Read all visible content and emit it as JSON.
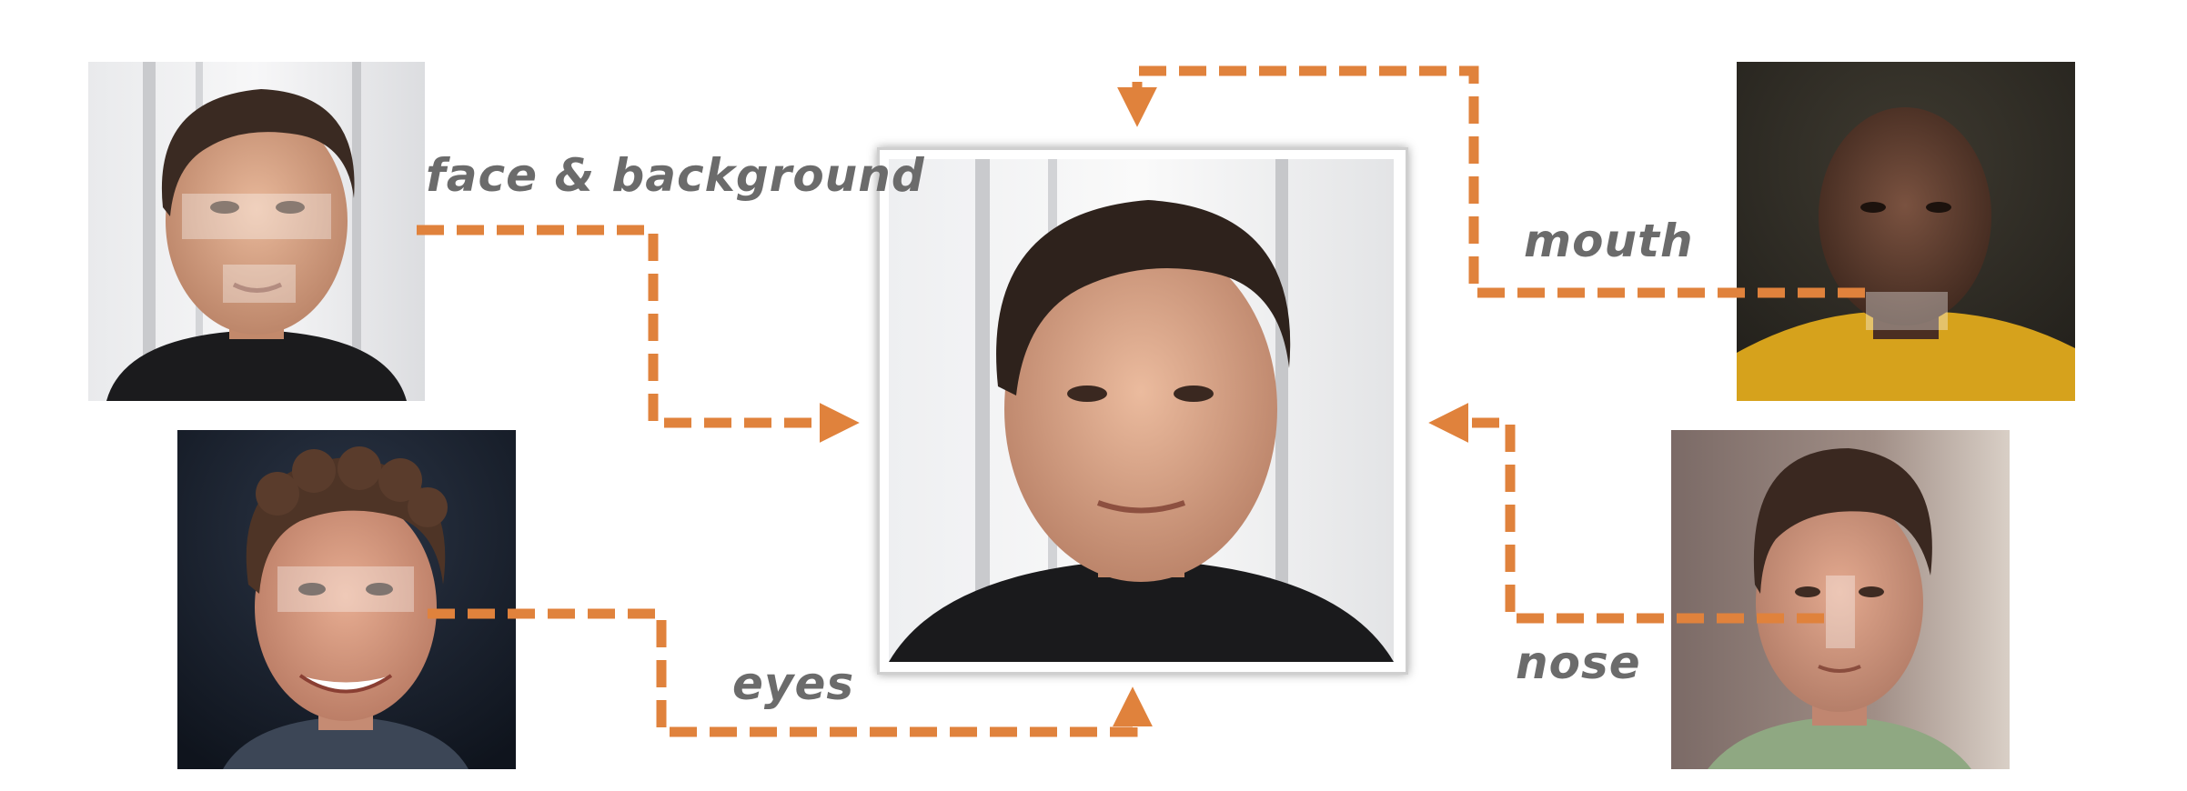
{
  "labels": {
    "face_background": "face & background",
    "eyes": "eyes",
    "mouth": "mouth",
    "nose": "nose"
  },
  "photos": {
    "face_background_source": "source-face-elon",
    "eyes_source": "source-eyes-zuckerberg",
    "mouth_source": "source-mouth-kobe",
    "nose_source": "source-nose-altman",
    "composite_result": "composite-result-face"
  },
  "colors": {
    "arrow": "#e0823c",
    "label_text": "#6b6b6b"
  }
}
